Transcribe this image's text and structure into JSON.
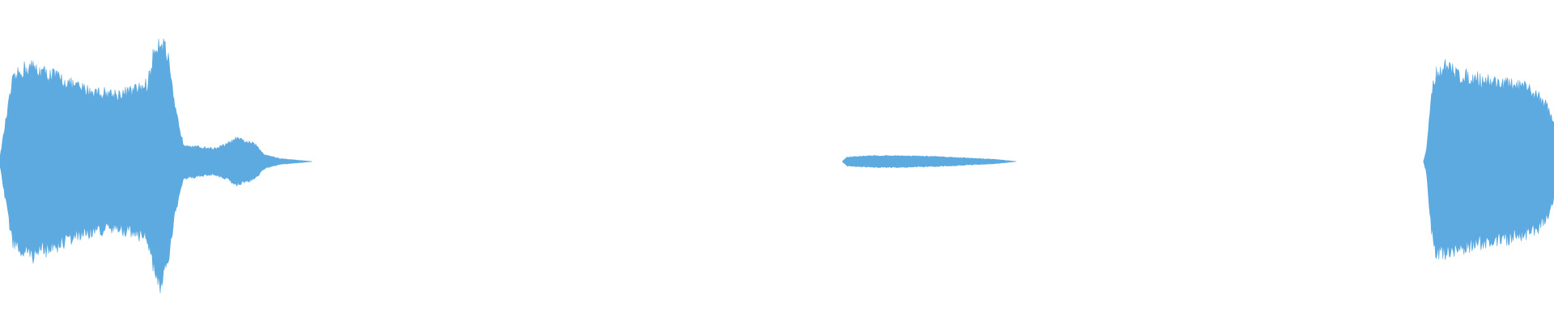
{
  "waveform": {
    "color": "#5DAAE0",
    "background": "#ffffff",
    "center_line_fraction": 0.5,
    "segments": [
      {
        "name": "segment-1",
        "start_fraction": 0.0,
        "end_fraction": 0.201,
        "envelope": [
          [
            0.0,
            0.03
          ],
          [
            0.004,
            0.3
          ],
          [
            0.008,
            0.55
          ],
          [
            0.014,
            0.64
          ],
          [
            0.02,
            0.66
          ],
          [
            0.028,
            0.62
          ],
          [
            0.035,
            0.6
          ],
          [
            0.045,
            0.54
          ],
          [
            0.055,
            0.5
          ],
          [
            0.065,
            0.48
          ],
          [
            0.075,
            0.47
          ],
          [
            0.085,
            0.49
          ],
          [
            0.095,
            0.54
          ],
          [
            0.1,
            0.8
          ],
          [
            0.104,
            0.86
          ],
          [
            0.108,
            0.72
          ],
          [
            0.112,
            0.4
          ],
          [
            0.118,
            0.12
          ],
          [
            0.128,
            0.1
          ],
          [
            0.138,
            0.09
          ],
          [
            0.146,
            0.12
          ],
          [
            0.152,
            0.16
          ],
          [
            0.158,
            0.14
          ],
          [
            0.164,
            0.12
          ],
          [
            0.17,
            0.05
          ],
          [
            0.18,
            0.02
          ],
          [
            0.201,
            0.0
          ]
        ]
      },
      {
        "name": "segment-2",
        "start_fraction": 0.542,
        "end_fraction": 0.654,
        "envelope": [
          [
            0.542,
            0.0
          ],
          [
            0.545,
            0.03
          ],
          [
            0.56,
            0.04
          ],
          [
            0.58,
            0.04
          ],
          [
            0.6,
            0.035
          ],
          [
            0.62,
            0.025
          ],
          [
            0.64,
            0.015
          ],
          [
            0.654,
            0.0
          ]
        ]
      },
      {
        "name": "segment-3",
        "start_fraction": 0.916,
        "end_fraction": 1.0,
        "envelope": [
          [
            0.916,
            0.0
          ],
          [
            0.918,
            0.08
          ],
          [
            0.921,
            0.46
          ],
          [
            0.924,
            0.62
          ],
          [
            0.93,
            0.66
          ],
          [
            0.94,
            0.6
          ],
          [
            0.95,
            0.58
          ],
          [
            0.96,
            0.56
          ],
          [
            0.97,
            0.54
          ],
          [
            0.98,
            0.52
          ],
          [
            0.99,
            0.46
          ],
          [
            0.996,
            0.38
          ],
          [
            1.0,
            0.25
          ]
        ]
      }
    ]
  }
}
